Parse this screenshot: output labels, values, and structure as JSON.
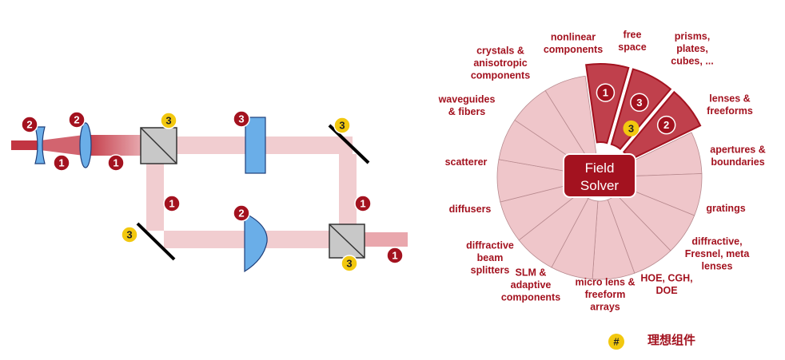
{
  "setup": {
    "badges": {
      "src_lens_num": "2",
      "src_lens_sub": "1",
      "lens2_num": "2",
      "lens2_sub": "1",
      "bs1_num": "3",
      "plate_num": "3",
      "mirror_tr_num": "3",
      "beam_left_num": "1",
      "beam_right_num": "1",
      "mirror_bl_num": "3",
      "cyl_lens_num": "2",
      "bs2_num": "3",
      "out_num": "1"
    }
  },
  "wheel": {
    "center_line1": "Field",
    "center_line2": "Solver",
    "active_badges": [
      "1",
      "3",
      "2"
    ],
    "ideal_badge": "3",
    "categories": [
      "free\nspace",
      "prisms,\nplates,\ncubes, ...",
      "lenses &\nfreeforms",
      "apertures &\nboundaries",
      "gratings",
      "diffractive,\nFresnel, meta\nlenses",
      "HOE, CGH,\nDOE",
      "micro lens &\nfreeform\narrays",
      "SLM &\nadaptive\ncomponents",
      "diffractive\nbeam\nsplitters",
      "diffusers",
      "scatterer",
      "waveguides\n& fibers",
      "crystals &\nanisotropic\ncomponents",
      "nonlinear\ncomponents"
    ]
  },
  "legend": {
    "symbol": "#",
    "text": "理想组件"
  },
  "colors": {
    "dark_red": "#a3121f",
    "segment_active": "#c0404c",
    "segment_inactive": "#efc6ca",
    "badge_yellow": "#f2c80f",
    "lens_blue": "#6aaee8"
  }
}
